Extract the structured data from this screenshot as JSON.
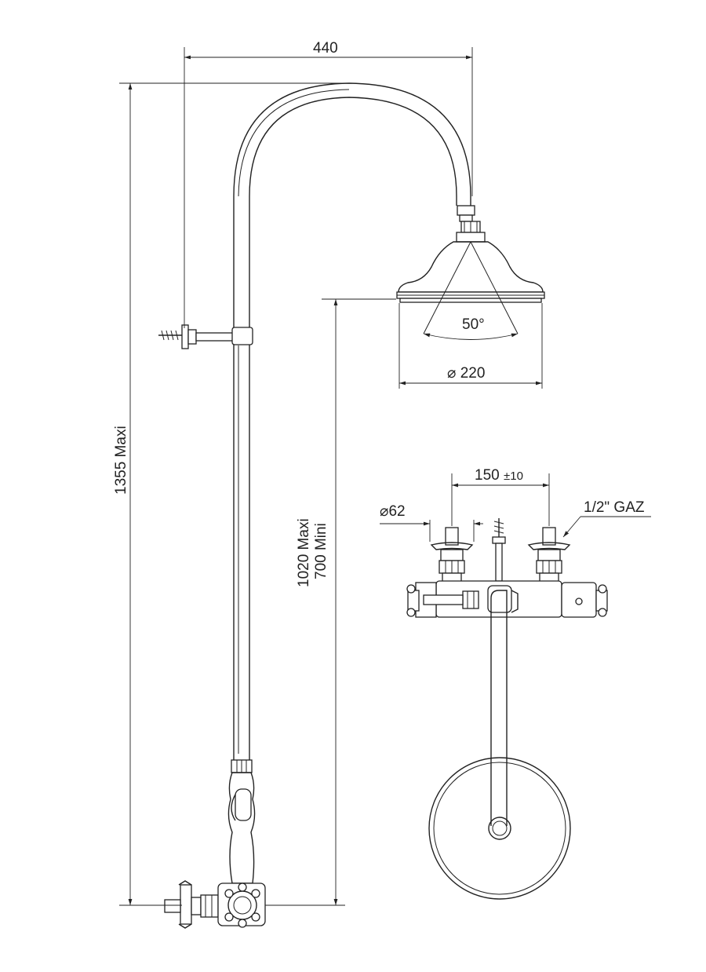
{
  "dimensions": {
    "arm_reach": "440",
    "total_height": "1355 Maxi",
    "height_max": "1020 Maxi",
    "height_min": "700 Mini",
    "spray_angle": "50°",
    "head_diameter": "⌀ 220",
    "valve_spacing_value": "150",
    "valve_spacing_tolerance": "±10",
    "inlet_diameter": "⌀62",
    "thread_size": "1/2\" GAZ"
  }
}
